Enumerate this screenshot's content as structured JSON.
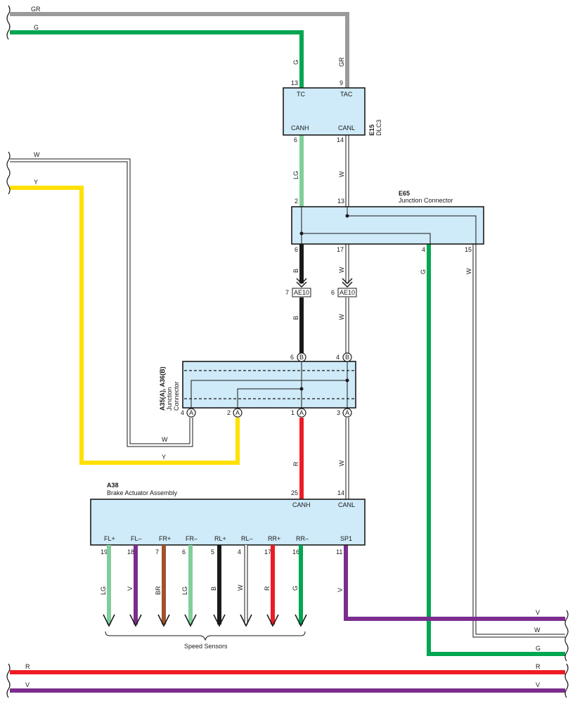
{
  "colors": {
    "GR": "#9a9a9a",
    "G": "#00a651",
    "LG": "#7fcf9a",
    "W": "#ffffff",
    "Y": "#ffe000",
    "B": "#1a1a1a",
    "R": "#ed1c24",
    "V": "#7b2d8e",
    "BR": "#a0522d",
    "box": "#cfeaf8"
  },
  "connectors": {
    "e15": {
      "id": "E15",
      "name": "DLC3",
      "pins": {
        "tc": {
          "num": "13",
          "name": "TC"
        },
        "tac": {
          "num": "9",
          "name": "TAC"
        },
        "canh": {
          "num": "6",
          "name": "CANH"
        },
        "canl": {
          "num": "14",
          "name": "CANL"
        }
      }
    },
    "e65": {
      "id": "E65",
      "name": "Junction Connector",
      "pins": {
        "p2": "2",
        "p13": "13",
        "p6": "6",
        "p17": "17",
        "p4": "4",
        "p15": "15"
      }
    },
    "ae10": {
      "label": "AE10",
      "pins": {
        "left": "7",
        "right": "6"
      }
    },
    "a35": {
      "id": "A35(A), A36(B)",
      "name_line1": "Junction",
      "name_line2": "Connector",
      "top_pins": [
        {
          "num": "6",
          "letter": "B"
        },
        {
          "num": "4",
          "letter": "B"
        }
      ],
      "bottom_pins": [
        {
          "num": "4",
          "letter": "A"
        },
        {
          "num": "2",
          "letter": "A"
        },
        {
          "num": "1",
          "letter": "A"
        },
        {
          "num": "3",
          "letter": "A"
        }
      ]
    },
    "a38": {
      "id": "A38",
      "name": "Brake Actuator Assembly",
      "top_pins": [
        {
          "num": "25",
          "name": "CANH"
        },
        {
          "num": "14",
          "name": "CANL"
        }
      ],
      "bottom_pins": [
        {
          "num": "19",
          "name": "FL+",
          "wire": "LG"
        },
        {
          "num": "18",
          "name": "FL–",
          "wire": "V"
        },
        {
          "num": "7",
          "name": "FR+",
          "wire": "BR"
        },
        {
          "num": "6",
          "name": "FR–",
          "wire": "LG"
        },
        {
          "num": "5",
          "name": "RL+",
          "wire": "B"
        },
        {
          "num": "4",
          "name": "RL–",
          "wire": "W"
        },
        {
          "num": "17",
          "name": "RR+",
          "wire": "R"
        },
        {
          "num": "16",
          "name": "RR–",
          "wire": "G"
        },
        {
          "num": "11",
          "name": "SP1",
          "wire": "V"
        }
      ]
    }
  },
  "wire_labels": {
    "gr_top": "GR",
    "g_top": "G",
    "w_left": "W",
    "y_left": "Y",
    "g_tc": "G",
    "gr_tac": "GR",
    "lg_canh": "LG",
    "w_canl": "W",
    "b_upper": "B",
    "w_upper": "W",
    "g_e65_4": "G",
    "w_e65_15": "W",
    "b_lower": "B",
    "w_lower": "W",
    "w_a4": "W",
    "y_a2": "Y",
    "r_a1": "R",
    "w_a3": "W",
    "v_right": "V",
    "w_right": "W",
    "g_right": "G",
    "r_bottom": "R",
    "v_bottom": "V"
  },
  "speed_sensors_label": "Speed Sensors"
}
